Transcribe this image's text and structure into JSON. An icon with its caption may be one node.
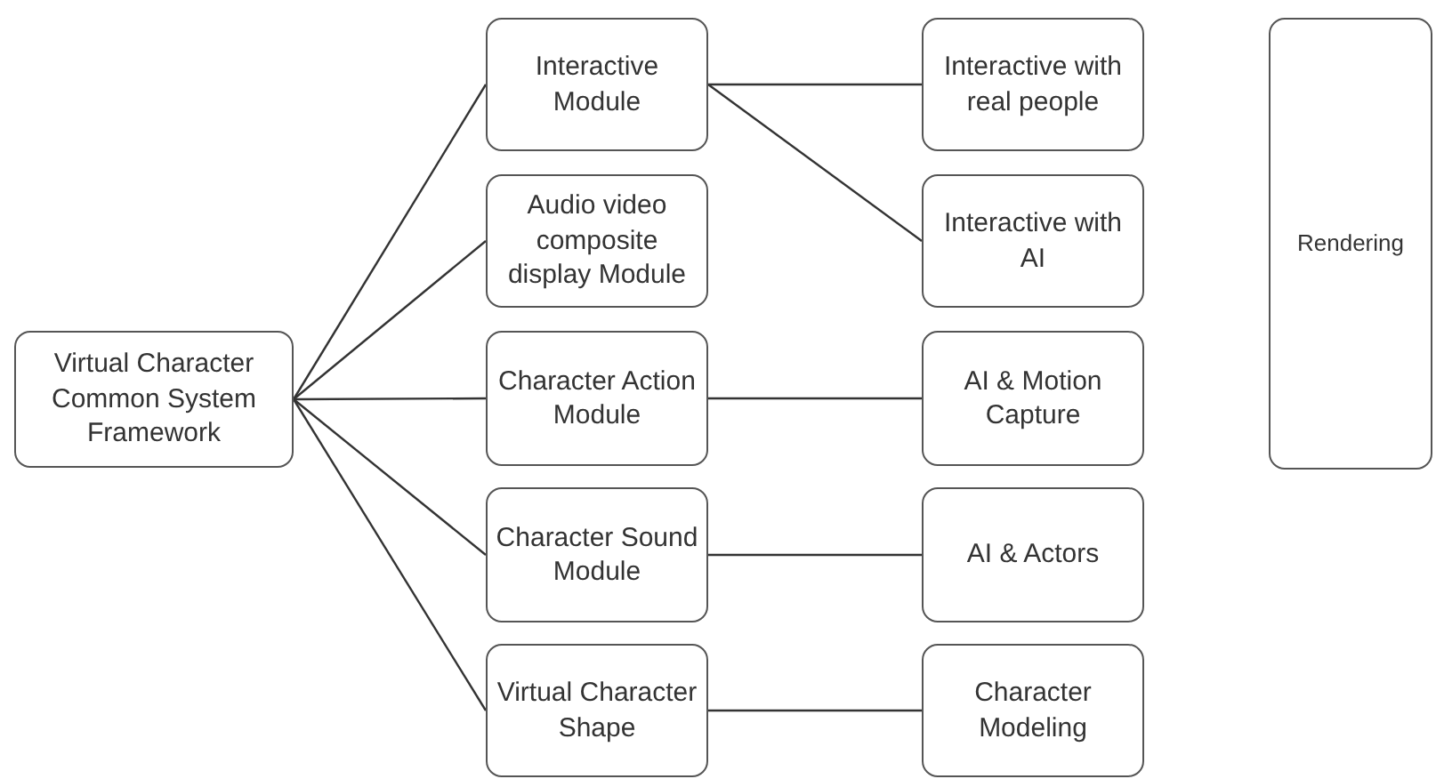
{
  "diagram": {
    "nodes": [
      {
        "text": [
          "Virtual Character Common System Framework"
        ]
      },
      {
        "text": [
          "Interactive Module"
        ]
      },
      {
        "text": [
          "Interactive with real people"
        ]
      },
      {
        "text": [
          "Interactive with AI"
        ]
      },
      {
        "text": [
          "Audio video composite display Module"
        ]
      },
      {
        "text": [
          "Character Action Module"
        ]
      },
      {
        "text": [
          "AI & Motion Capture"
        ]
      },
      {
        "text": [
          "Character Sound Module"
        ]
      },
      {
        "text": [
          "AI & Actors"
        ]
      },
      {
        "text": [
          "Virtual Character Shape"
        ]
      },
      {
        "text": [
          "Character Modeling"
        ]
      },
      {
        "text": [
          "Rendering"
        ]
      }
    ],
    "edges": [
      {
        "from": 0,
        "to": 1,
        "arrow": "none"
      },
      {
        "from": 0,
        "to": 4,
        "arrow": "none"
      },
      {
        "from": 0,
        "to": 5,
        "arrow": "none"
      },
      {
        "from": 0,
        "to": 7,
        "arrow": "none"
      },
      {
        "from": 0,
        "to": 9,
        "arrow": "none"
      },
      {
        "from": 1,
        "to": 2,
        "arrow": "none"
      },
      {
        "from": 1,
        "to": 3,
        "arrow": "none"
      },
      {
        "from": 5,
        "to": 6,
        "arrow": "none"
      },
      {
        "from": 7,
        "to": 8,
        "arrow": "none"
      },
      {
        "from": 9,
        "to": 10,
        "arrow": "none"
      }
    ]
  }
}
